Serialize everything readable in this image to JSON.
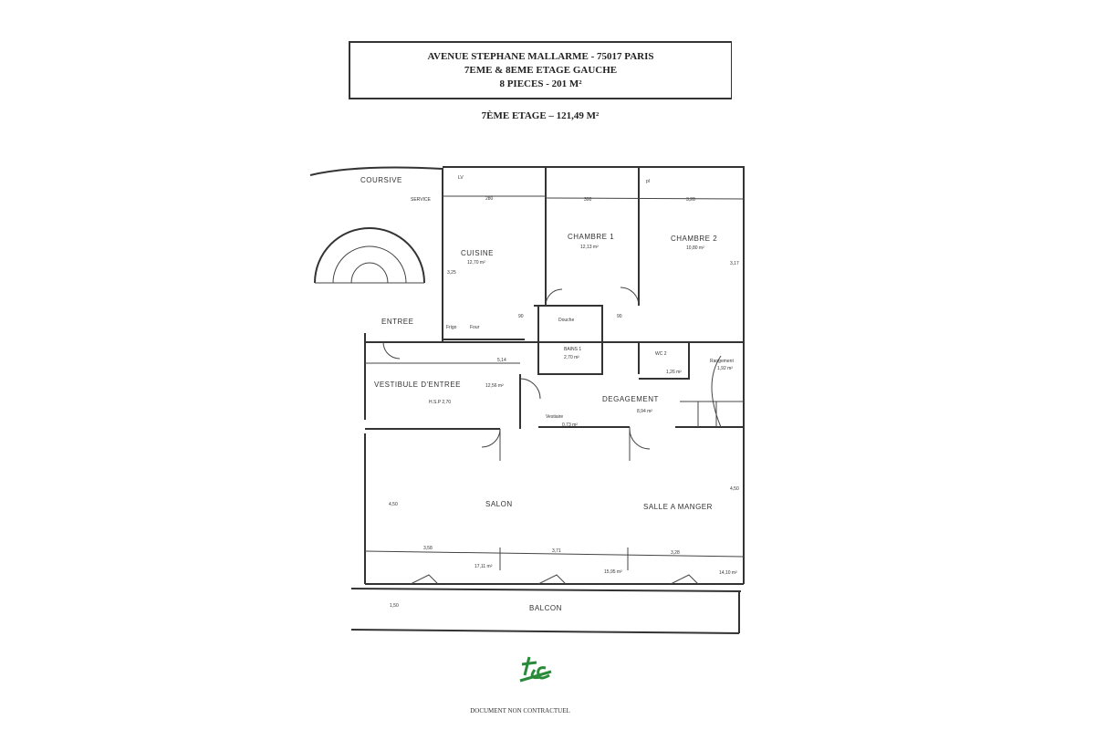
{
  "header": {
    "line1": "AVENUE STEPHANE MALLARME - 75017 PARIS",
    "line2": "7EME & 8EME ETAGE GAUCHE",
    "line3": "8 PIECES - 201 M²"
  },
  "subtitle": "7ÈME ETAGE – 121,49 M²",
  "rooms": {
    "coursive": "COURSIVE",
    "service": "SERVICE",
    "cuisine": {
      "name": "CUISINE",
      "area": "12,70 m²"
    },
    "chambre1": {
      "name": "CHAMBRE 1",
      "area": "12,13 m²"
    },
    "chambre2": {
      "name": "CHAMBRE 2",
      "area": "10,80 m²"
    },
    "entree": "ENTREE",
    "douche": "Douche",
    "bains1": {
      "name": "BAINS 1",
      "area": "2,70 m²"
    },
    "wc2": {
      "name": "WC 2",
      "area": "1,26 m²"
    },
    "rangement": {
      "name": "Rangement",
      "area": "1,92 m²"
    },
    "vestibule": {
      "name": "VESTIBULE D'ENTREE",
      "area": "12,56 m²",
      "hsp": "H.S.P 2,70"
    },
    "degagement": {
      "name": "DEGAGEMENT",
      "area": "8,94 m²"
    },
    "vestiaire": {
      "name": "Vestiaire",
      "area": "0,73 m²"
    },
    "salon": {
      "name": "SALON",
      "area": "17,11 m²"
    },
    "salle_a_manger": {
      "name": "SALLE A MANGER",
      "area": "15,95 m²"
    },
    "area3": "14,10 m²",
    "balcon": "BALCON"
  },
  "fixtures": {
    "lv": "LV",
    "pl": "pl",
    "frigo": "Frigo",
    "four": "Four"
  },
  "dimensions": {
    "d280": "280",
    "d300": "300",
    "d328top": "3,28",
    "d325": "3,25",
    "d317": "3,17",
    "d514": "5,14",
    "d358": "3,58",
    "d371": "3,71",
    "d328": "3,28",
    "d450l": "4,50",
    "d450r": "4,50",
    "d150": "1,50",
    "d90a": "90",
    "d90b": "90"
  },
  "logo": "tc",
  "footer": "DOCUMENT NON CONTRACTUEL",
  "colors": {
    "logo": "#2a8a3a",
    "lines": "#333333"
  }
}
